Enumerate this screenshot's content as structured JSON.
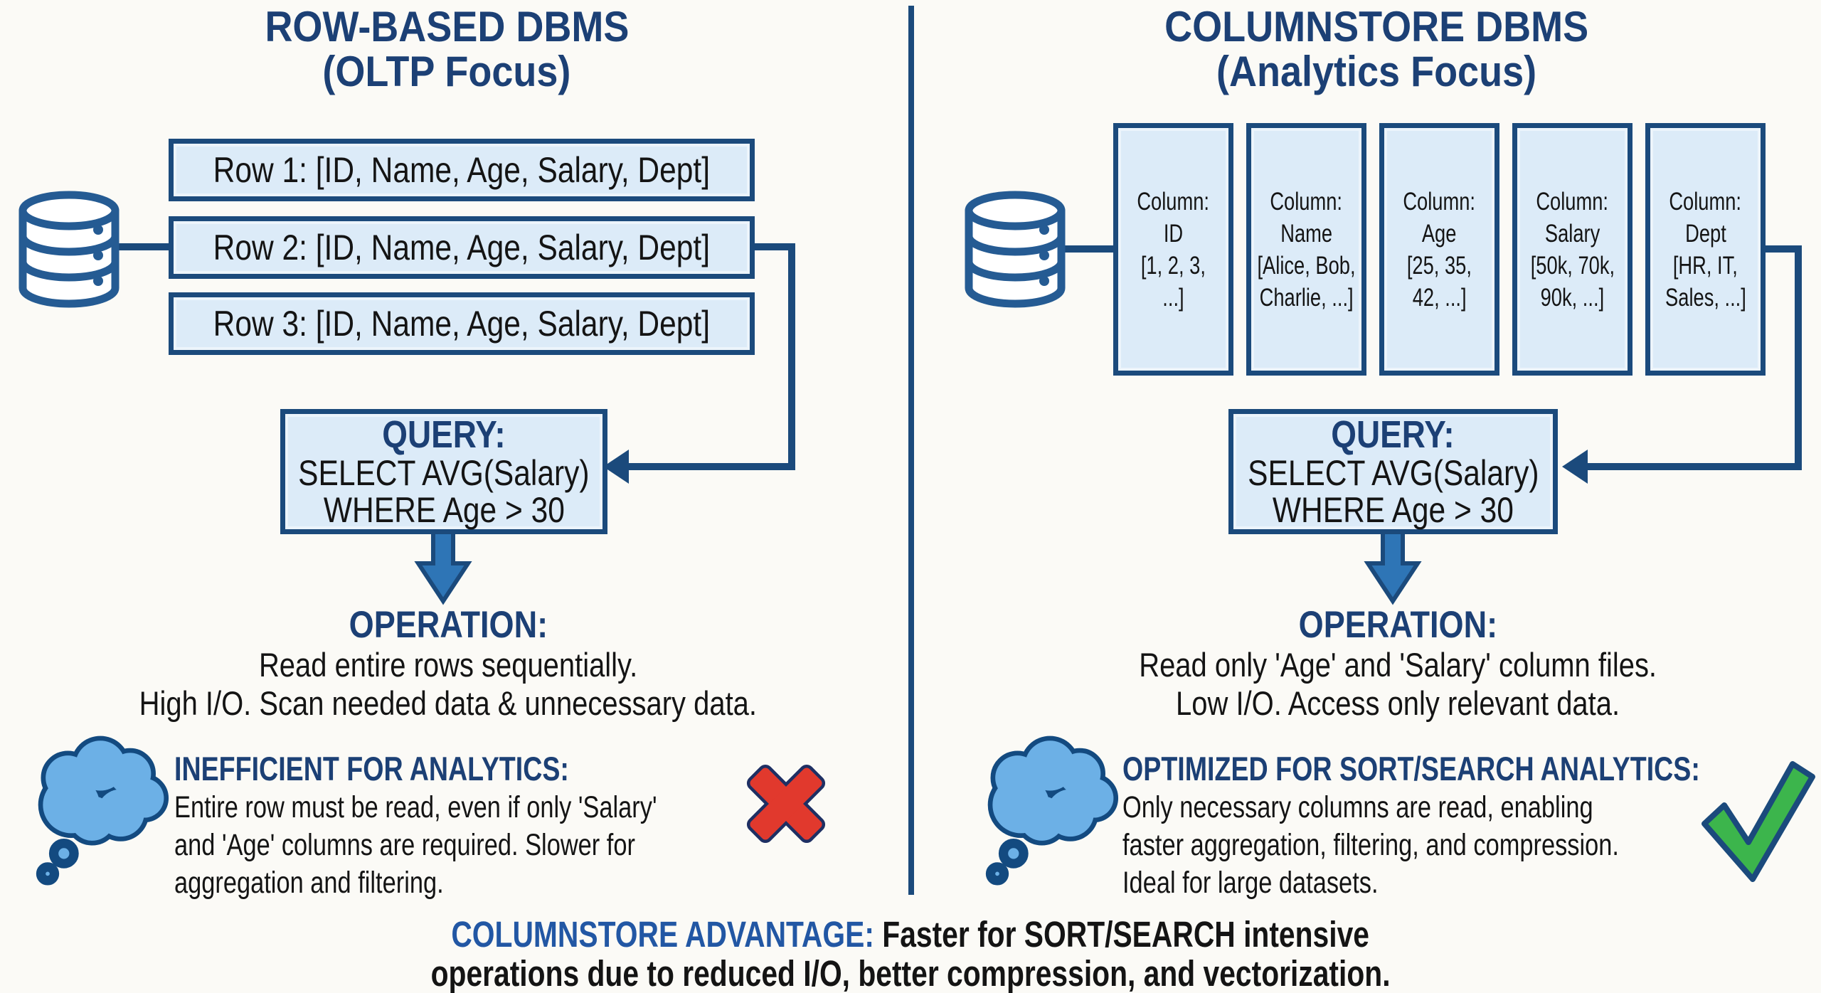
{
  "colors": {
    "background": "#fbfaf6",
    "heading_blue": "#1c4075",
    "footer_label_blue": "#2257a4",
    "box_border_navy": "#1b4a7c",
    "box_fill_light_blue": "#dcebf8",
    "arrow_blue": "#2e75b6",
    "cloud_blue": "#6cb0e6",
    "cross_red": "#e1392d",
    "check_green": "#3cb54c",
    "text_black": "#141414"
  },
  "icons": {
    "database": "database-icon",
    "thought_cloud": "thought-cloud-icon",
    "cross": "cross-icon",
    "checkmark": "checkmark-icon",
    "down_arrow": "down-arrow-icon",
    "connector_arrowhead": "left-arrowhead-icon"
  },
  "left": {
    "title1": "ROW-BASED DBMS",
    "title2": "(OLTP Focus)",
    "rows": [
      "Row 1: [ID, Name, Age, Salary, Dept]",
      "Row 2: [ID, Name, Age, Salary, Dept]",
      "Row 3: [ID, Name, Age, Salary, Dept]"
    ],
    "query": {
      "heading": "QUERY:",
      "line1": "SELECT AVG(Salary)",
      "line2": "WHERE Age > 30"
    },
    "operation": {
      "heading": "OPERATION:",
      "line1": "Read entire rows sequentially.",
      "line2": "High I/O. Scan needed data & unnecessary data."
    },
    "verdict": {
      "heading": "INEFFICIENT FOR ANALYTICS:",
      "line1": "Entire row must be read, even if only 'Salary'",
      "line2": "and 'Age' columns are required. Slower for",
      "line3": "aggregation and filtering."
    }
  },
  "right": {
    "title1": "COLUMNSTORE DBMS",
    "title2": "(Analytics Focus)",
    "columns": [
      {
        "l1": "Column:",
        "l2": "ID",
        "l3": "[1, 2, 3,",
        "l4": "...]"
      },
      {
        "l1": "Column:",
        "l2": "Name",
        "l3": "[Alice, Bob,",
        "l4": "Charlie, ...]"
      },
      {
        "l1": "Column:",
        "l2": "Age",
        "l3": "[25, 35,",
        "l4": "42, ...]"
      },
      {
        "l1": "Column:",
        "l2": "Salary",
        "l3": "[50k, 70k,",
        "l4": "90k, ...]"
      },
      {
        "l1": "Column:",
        "l2": "Dept",
        "l3": "[HR, IT,",
        "l4": "Sales, ...]"
      }
    ],
    "query": {
      "heading": "QUERY:",
      "line1": "SELECT AVG(Salary)",
      "line2": "WHERE Age > 30"
    },
    "operation": {
      "heading": "OPERATION:",
      "line1": "Read only 'Age' and 'Salary' column files.",
      "line2": "Low I/O. Access only relevant data."
    },
    "verdict": {
      "heading": "OPTIMIZED FOR SORT/SEARCH ANALYTICS:",
      "line1": "Only necessary columns are read, enabling",
      "line2": "faster aggregation, filtering, and compression.",
      "line3": "Ideal for large datasets."
    }
  },
  "footer": {
    "label": "COLUMNSTORE ADVANTAGE:",
    "line1_rest": "Faster for SORT/SEARCH intensive",
    "line2": "operations due to reduced I/O, better compression, and vectorization."
  }
}
